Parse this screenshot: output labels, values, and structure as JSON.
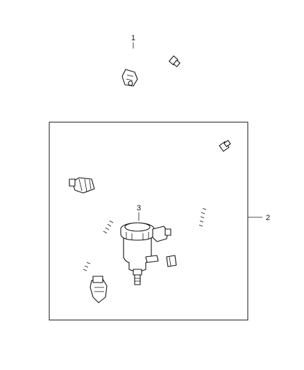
{
  "callouts": [
    {
      "id": "callout-1",
      "label": "1"
    },
    {
      "id": "callout-2",
      "label": "2"
    },
    {
      "id": "callout-3",
      "label": "3"
    }
  ]
}
